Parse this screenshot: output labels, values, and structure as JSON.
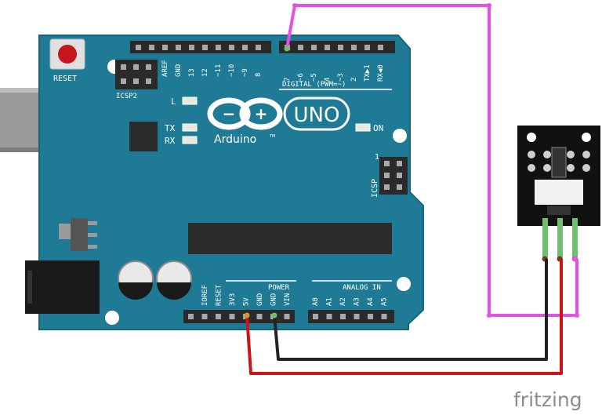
{
  "board": {
    "reset_label": "RESET",
    "icsp2_label": "ICSP2",
    "icsp_label": "ICSP",
    "icsp_pin1": "1",
    "led_l": "L",
    "led_tx": "TX",
    "led_rx": "RX",
    "led_on": "ON",
    "logo_minus": "−",
    "logo_plus": "+",
    "uno_label": "UNO",
    "arduino_label": "Arduino",
    "tm_label": "TM",
    "digital_label": "DIGITAL (PWM=~)",
    "power_label": "POWER",
    "analog_label": "ANALOG IN",
    "top_pins": [
      "AREF",
      "GND",
      "13",
      "12",
      "~11",
      "~10",
      "~9",
      "8",
      "7",
      "~6",
      "~5",
      "4",
      "~3",
      "2",
      "TX▶1",
      "RX◀0"
    ],
    "power_pins": [
      "IOREF",
      "RESET",
      "3V3",
      "5V",
      "GND",
      "GND",
      "VIN"
    ],
    "analog_pins": [
      "A0",
      "A1",
      "A2",
      "A3",
      "A4",
      "A5"
    ]
  },
  "wire_colors": {
    "signal": "#e64fe6",
    "power": "#cc1414",
    "ground": "#222222",
    "board": "#1f7b95"
  },
  "watermark": "fritzing"
}
